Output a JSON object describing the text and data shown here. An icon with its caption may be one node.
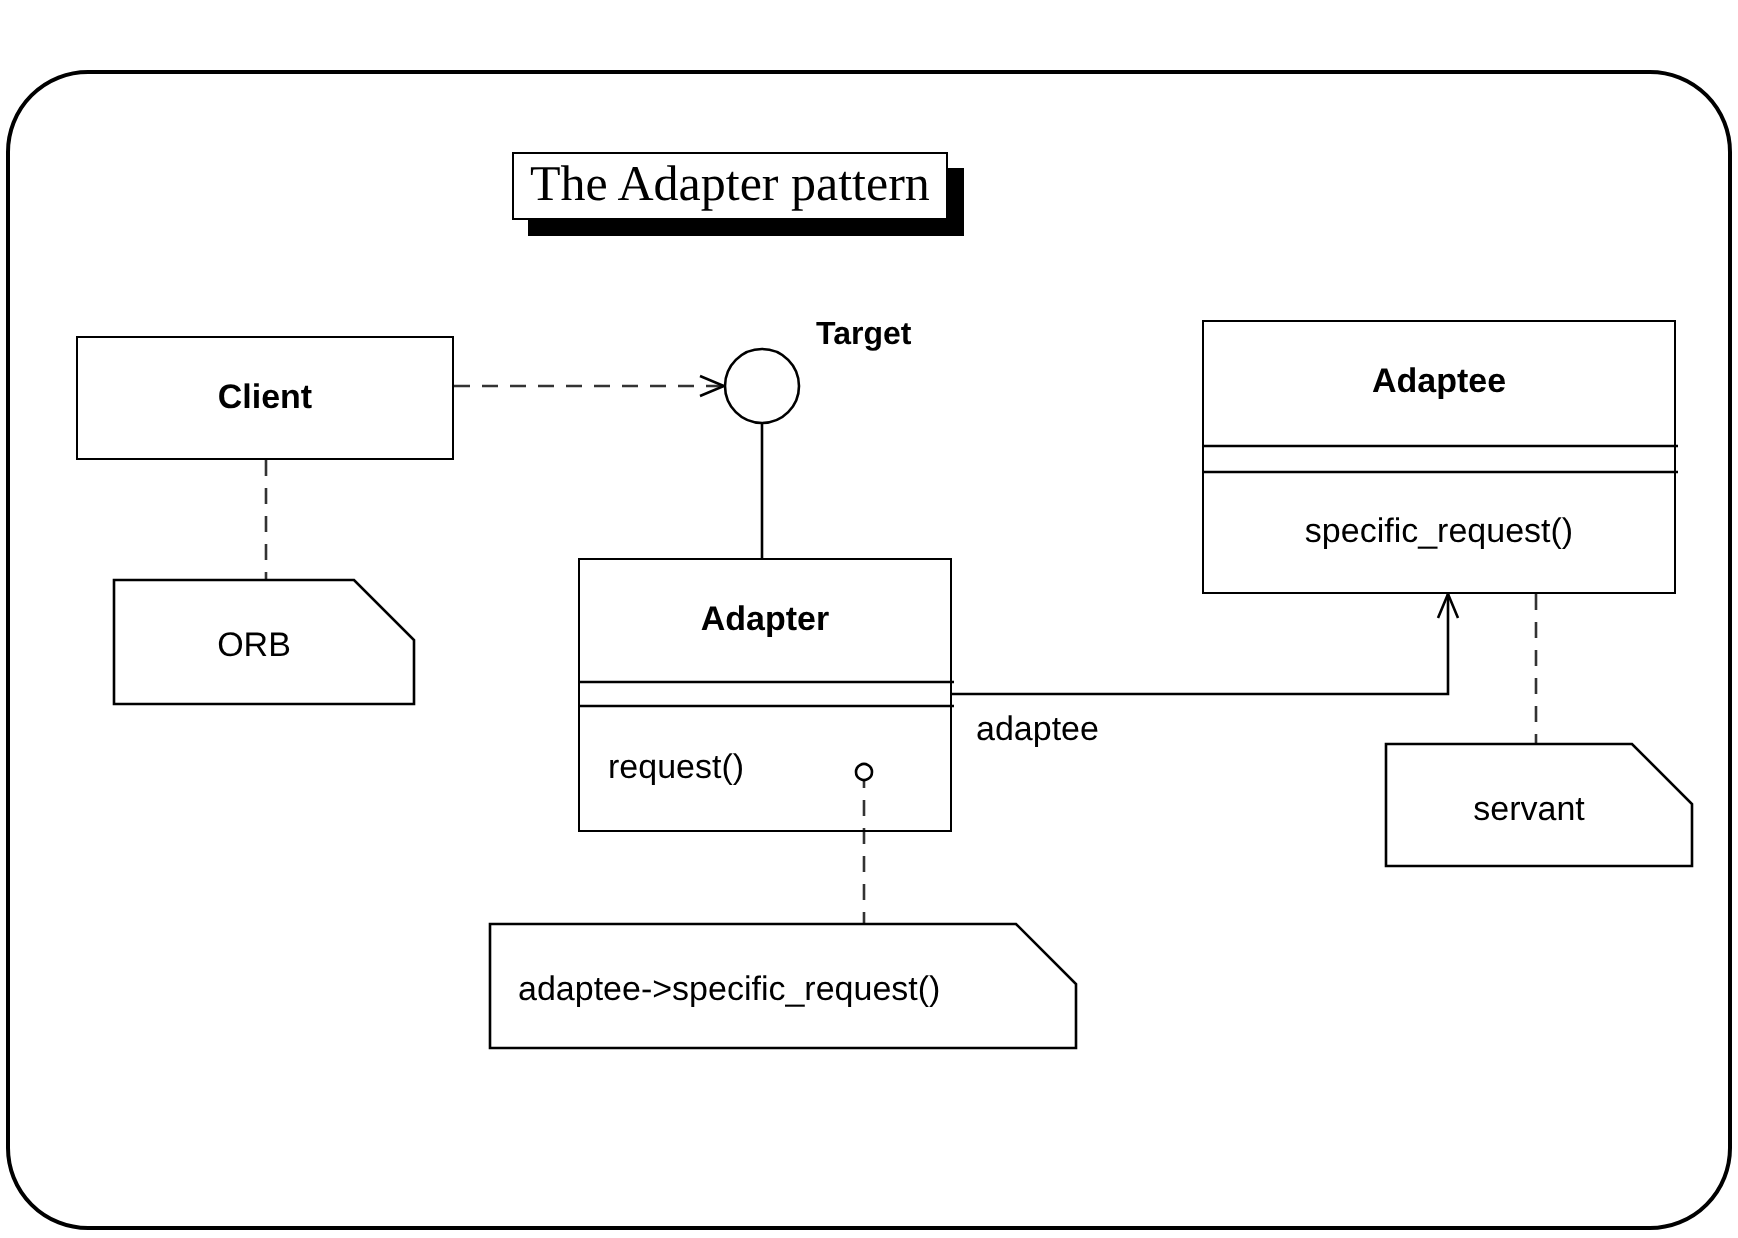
{
  "diagram": {
    "title": "The Adapter pattern",
    "nodes": [
      {
        "text": [
          "Client"
        ]
      },
      {
        "text": [
          "ORB"
        ]
      },
      {
        "text": [
          "Target"
        ]
      },
      {
        "text": [
          "Adapter",
          "request()"
        ]
      },
      {
        "text": [
          "Adaptee",
          "specific_request()"
        ]
      },
      {
        "text": [
          "servant"
        ]
      },
      {
        "text": [
          "adaptee->specific_request()"
        ]
      }
    ],
    "edges": [
      {
        "from": 0,
        "to": 2,
        "arrow": "to",
        "style": "dashed"
      },
      {
        "from": 0,
        "to": 1,
        "arrow": "none",
        "style": "dashed"
      },
      {
        "from": 2,
        "to": 3,
        "arrow": "none"
      },
      {
        "from": 3,
        "to": 4,
        "arrow": "to",
        "label": "adaptee"
      },
      {
        "from": 4,
        "to": 5,
        "arrow": "none",
        "style": "dashed"
      },
      {
        "from": 3,
        "to": 6,
        "arrow": "other",
        "style": "dashed"
      }
    ]
  }
}
